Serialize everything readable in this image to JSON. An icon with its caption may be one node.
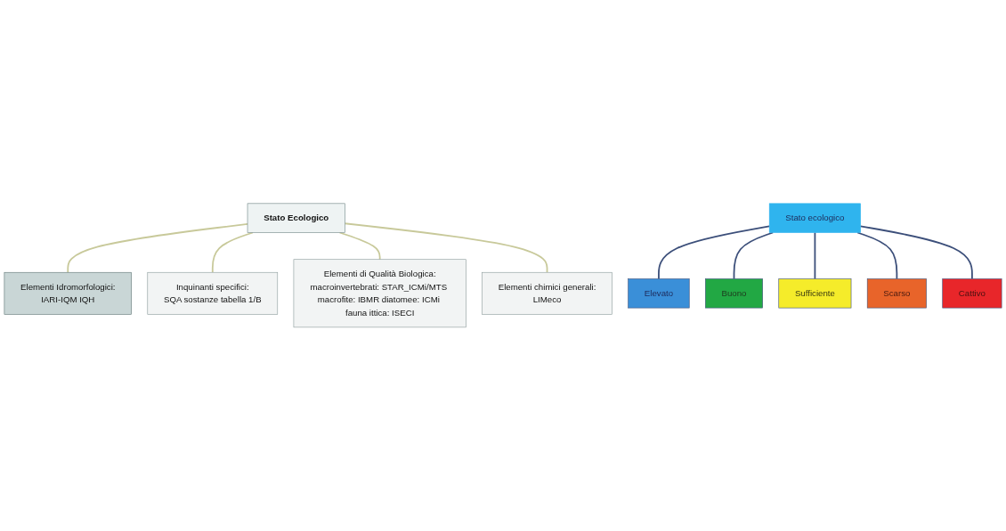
{
  "diagram": {
    "nodes": [
      {
        "text": [
          "Stato Ecologico"
        ]
      },
      {
        "text": [
          "Elementi Idromorfologici:",
          "IARI-IQM IQH"
        ]
      },
      {
        "text": [
          "Inquinanti specifici:",
          "SQA sostanze tabella 1/B"
        ]
      },
      {
        "text": [
          "Elementi di Qualità Biologica:",
          "macroinvertebrati: STAR_ICMi/MTS macrofite: IBMR diatomee: ICMi fauna ittica: ISECI"
        ]
      },
      {
        "text": [
          "Elementi chimici generali:",
          "LIMeco"
        ]
      },
      {
        "text": [
          "Stato ecologico"
        ]
      },
      {
        "text": [
          "Elevato"
        ]
      },
      {
        "text": [
          "Buono"
        ]
      },
      {
        "text": [
          "Sufficiente"
        ]
      },
      {
        "text": [
          "Scarso"
        ]
      },
      {
        "text": [
          "Cattivo"
        ]
      }
    ],
    "edges": [
      {
        "from": 0,
        "to": 1,
        "arrow": "none",
        "color": "#c8c99a"
      },
      {
        "from": 0,
        "to": 2,
        "arrow": "none",
        "color": "#c8c99a"
      },
      {
        "from": 0,
        "to": 3,
        "arrow": "none",
        "color": "#c8c99a"
      },
      {
        "from": 0,
        "to": 4,
        "arrow": "none",
        "color": "#c8c99a"
      },
      {
        "from": 5,
        "to": 6,
        "arrow": "none"
      },
      {
        "from": 5,
        "to": 7,
        "arrow": "none"
      },
      {
        "from": 5,
        "to": 8,
        "arrow": "none"
      },
      {
        "from": 5,
        "to": 9,
        "arrow": "none"
      },
      {
        "from": 5,
        "to": 10,
        "arrow": "none"
      }
    ]
  }
}
